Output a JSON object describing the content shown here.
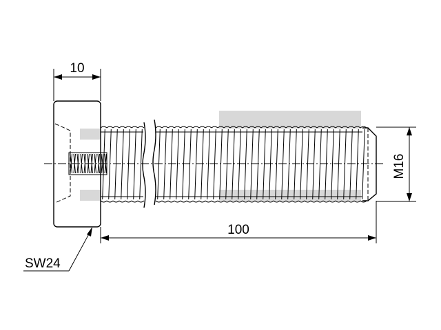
{
  "drawing": {
    "dimensions": {
      "head_height": "10",
      "thread_length": "100",
      "thread_size": "M16",
      "wrench_size": "SW24"
    },
    "colors": {
      "line": "#000000",
      "watermark": "#d8d8d8",
      "background": "#ffffff"
    }
  }
}
